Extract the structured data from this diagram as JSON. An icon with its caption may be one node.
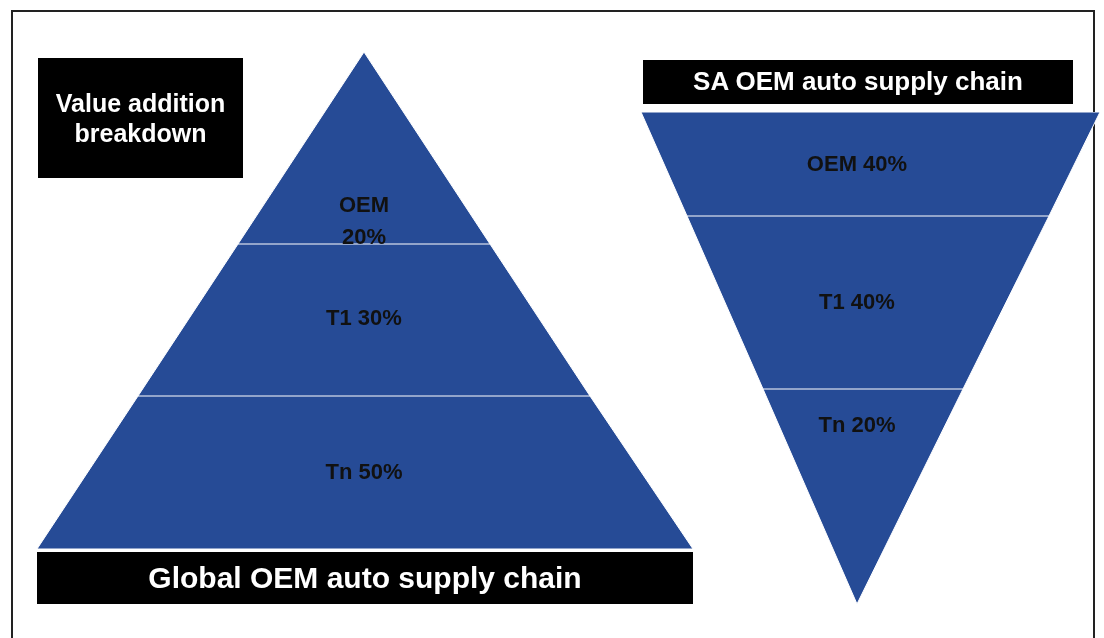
{
  "diagram": {
    "nodes": [
      {
        "text": [
          "Value addition breakdown"
        ]
      },
      {
        "text": [
          "OEM 20%"
        ]
      },
      {
        "text": [
          "T1 30%"
        ]
      },
      {
        "text": [
          "Tn 50%"
        ]
      },
      {
        "text": [
          "Global OEM auto supply chain"
        ]
      },
      {
        "text": [
          "SA OEM auto supply chain"
        ]
      },
      {
        "text": [
          "OEM 40%"
        ]
      },
      {
        "text": [
          "T1 40%"
        ]
      },
      {
        "text": [
          "Tn 20%"
        ]
      }
    ]
  }
}
